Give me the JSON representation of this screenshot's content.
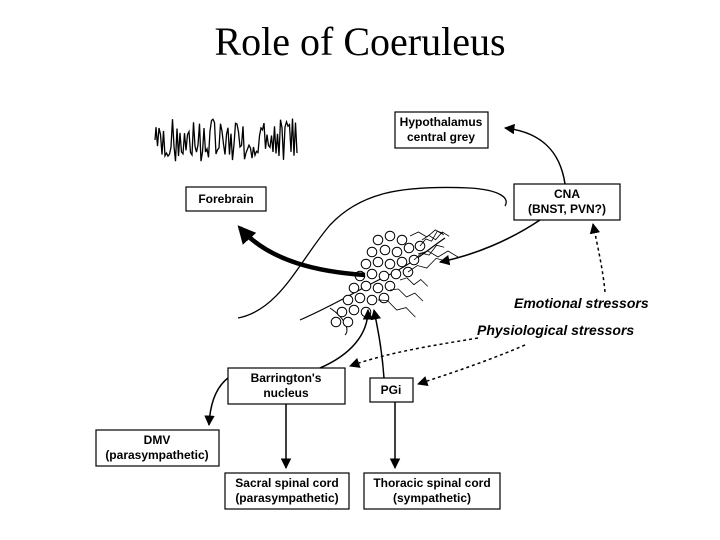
{
  "title": "Role of Coeruleus",
  "nodes": {
    "hypothalamus": [
      "Hypothalamus",
      "central grey"
    ],
    "forebrain": [
      "Forebrain"
    ],
    "cna": [
      "CNA",
      "(BNST, PVN?)"
    ],
    "barrington": [
      "Barrington's",
      "nucleus"
    ],
    "pgi": [
      "PGi"
    ],
    "dmv": [
      "DMV",
      "(parasympathetic)"
    ],
    "sacral": [
      "Sacral spinal cord",
      "(parasympathetic)"
    ],
    "thoracic": [
      "Thoracic spinal cord",
      "(sympathetic)"
    ]
  },
  "stressors": {
    "emotional": "Emotional stressors",
    "physiological": "Physiological stressors"
  },
  "colors": {
    "ink": "#000000",
    "background": "#ffffff"
  }
}
